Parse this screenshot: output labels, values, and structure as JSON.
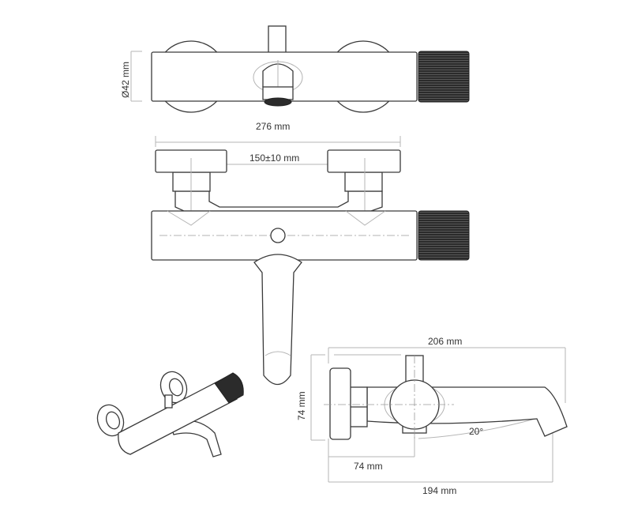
{
  "dimensions": {
    "diameter": "Ø42 mm",
    "overall_width": "276 mm",
    "inlet_spacing": "150±10 mm",
    "side_length": "206 mm",
    "side_height": "74 mm",
    "wall_to_axis": "74 mm",
    "spout_reach": "194 mm",
    "spout_angle": "20°"
  },
  "colors": {
    "line": "#3a3a3a",
    "dimension": "#b5b5b5",
    "knob": "#2b2b2b"
  }
}
